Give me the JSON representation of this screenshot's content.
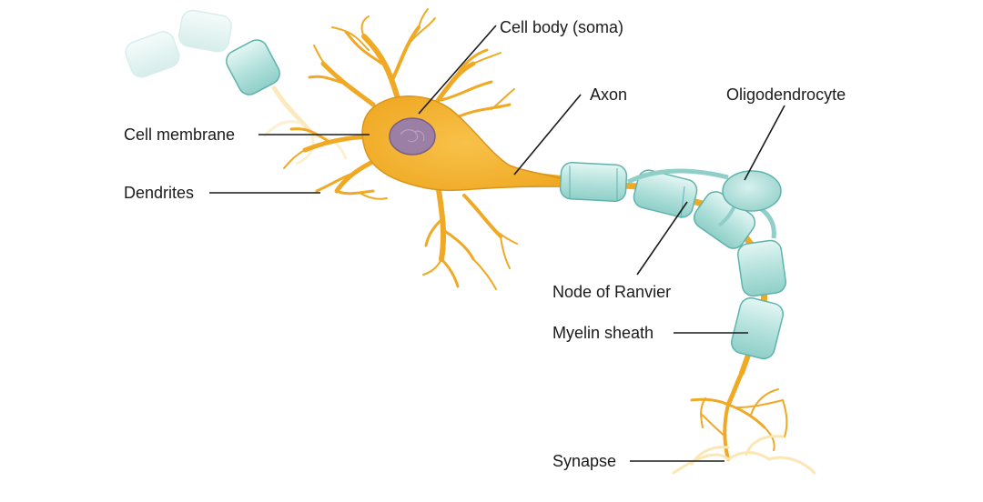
{
  "labels": {
    "cell_body": "Cell body (soma)",
    "axon": "Axon",
    "oligodendrocyte": "Oligodendrocyte",
    "cell_membrane": "Cell membrane",
    "dendrites": "Dendrites",
    "node_of_ranvier": "Node of Ranvier",
    "myelin_sheath": "Myelin sheath",
    "synapse": "Synapse"
  },
  "colors": {
    "neuron_fill": "#f5b731",
    "neuron_stroke": "#d9951a",
    "nucleus": "#9c7fa4",
    "myelin_fill": "#bfe6e2",
    "myelin_stroke": "#5fb3ad",
    "faded": "#fbe6b4"
  }
}
